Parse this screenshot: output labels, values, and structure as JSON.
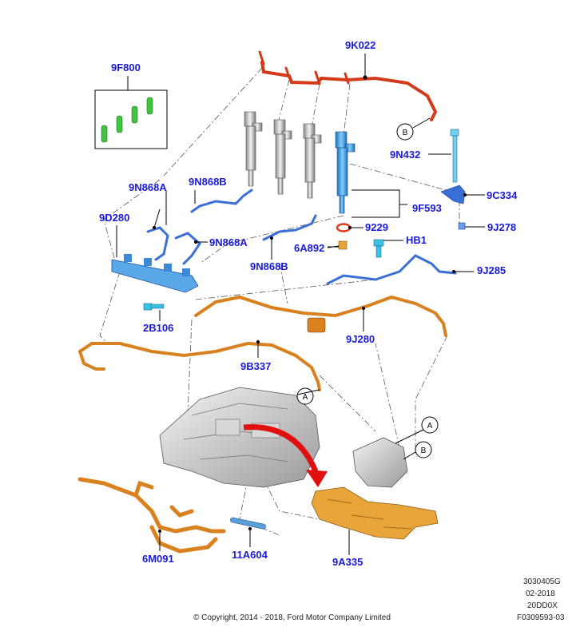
{
  "diagram": {
    "labels": {
      "p9F800": "9F800",
      "p9K022": "9K022",
      "p9N868A_top": "9N868A",
      "p9N868B_top": "9N868B",
      "p9D280": "9D280",
      "p9N432": "9N432",
      "p9C334": "9C334",
      "p9F593": "9F593",
      "p9229": "9229",
      "p9J278": "9J278",
      "p9N868A_mid": "9N868A",
      "p6A892": "6A892",
      "pHB1": "HB1",
      "p9N868B_mid": "9N868B",
      "p9J285": "9J285",
      "p2B106": "2B106",
      "p9J280": "9J280",
      "p9B337": "9B337",
      "p6M091": "6M091",
      "p11A604": "11A604",
      "p9A335": "9A335"
    },
    "callouts": {
      "b_top": "B",
      "a_mid": "A",
      "a_right": "A",
      "b_right": "B"
    },
    "footer": {
      "code1": "3030405G",
      "date": "02-2018",
      "code2": "20DD0X",
      "code3": "F0309593-03",
      "copyright": "© Copyright, 2014 - 2018, Ford Motor Company Limited"
    },
    "colors": {
      "label_blue": "#1a1ad6",
      "harness_orange": "#d9801f",
      "harness_red": "#d23a1a",
      "part_blue": "#3a6fd8",
      "injector_cyan": "#3aa8e0",
      "part_green": "#3fc43f",
      "arrow_red": "#e01010",
      "engine_gray": "#c8c8c8"
    }
  }
}
